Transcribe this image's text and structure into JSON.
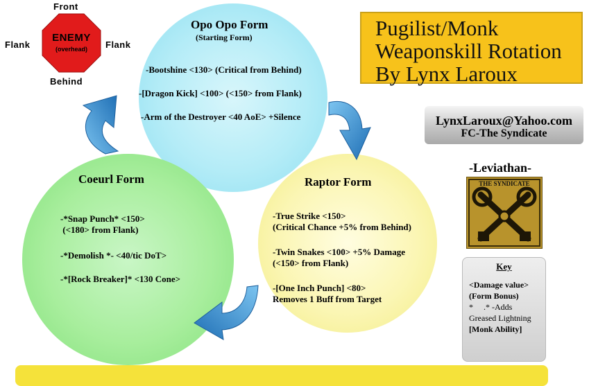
{
  "enemy": {
    "front": "Front",
    "behind": "Behind",
    "flank_left": "Flank",
    "flank_right": "Flank",
    "name": "Enemy",
    "note": "(overhead)",
    "color": "#e11b1b"
  },
  "opo_opo": {
    "title": "Opo Opo Form",
    "subtitle": "(Starting Form)",
    "skills": [
      "-Bootshine <130> (Critical from Behind)",
      "-[Dragon Kick] <100> (<150> from Flank)",
      "-Arm of the Destroyer <40 AoE> +Silence"
    ]
  },
  "raptor": {
    "title": "Raptor Form",
    "skills": [
      "-True Strike <150>",
      "(Critical Chance +5% from Behind)",
      "-Twin Snakes <100>  +5% Damage",
      "(<150> from Flank)",
      "-[One Inch Punch] <80>",
      "Removes 1 Buff from Target"
    ]
  },
  "coeurl": {
    "title": "Coeurl Form",
    "skills": [
      "-*Snap Punch* <150>",
      " (<180> from Flank)",
      "-*Demolish *- <40/tic DoT>",
      "-*[Rock Breaker]* <130 Cone>"
    ]
  },
  "title": {
    "line1": "Pugilist/Monk",
    "line2": "Weaponskill Rotation",
    "line3": "By Lynx Laroux"
  },
  "contact": {
    "email": "LynxLaroux@Yahoo.com",
    "fc": "FC-The Syndicate"
  },
  "server": "-Leviathan-",
  "emblem": {
    "text": "THE SYNDICATE",
    "icon": "crossed-keys-emblem"
  },
  "key": {
    "heading": "Key",
    "lines": [
      "<Damage value>",
      "(Form Bonus)",
      "*     .* -Adds",
      "Greased Lightning",
      "[Monk Ability]"
    ]
  },
  "colors": {
    "opo_opo": "#b4ecf7",
    "raptor": "#fbf6b4",
    "coeurl": "#a8ee9d",
    "arrow": "#3a9ad9",
    "title_bg": "#f7c21b",
    "bottom_bar": "#f5e23a"
  }
}
